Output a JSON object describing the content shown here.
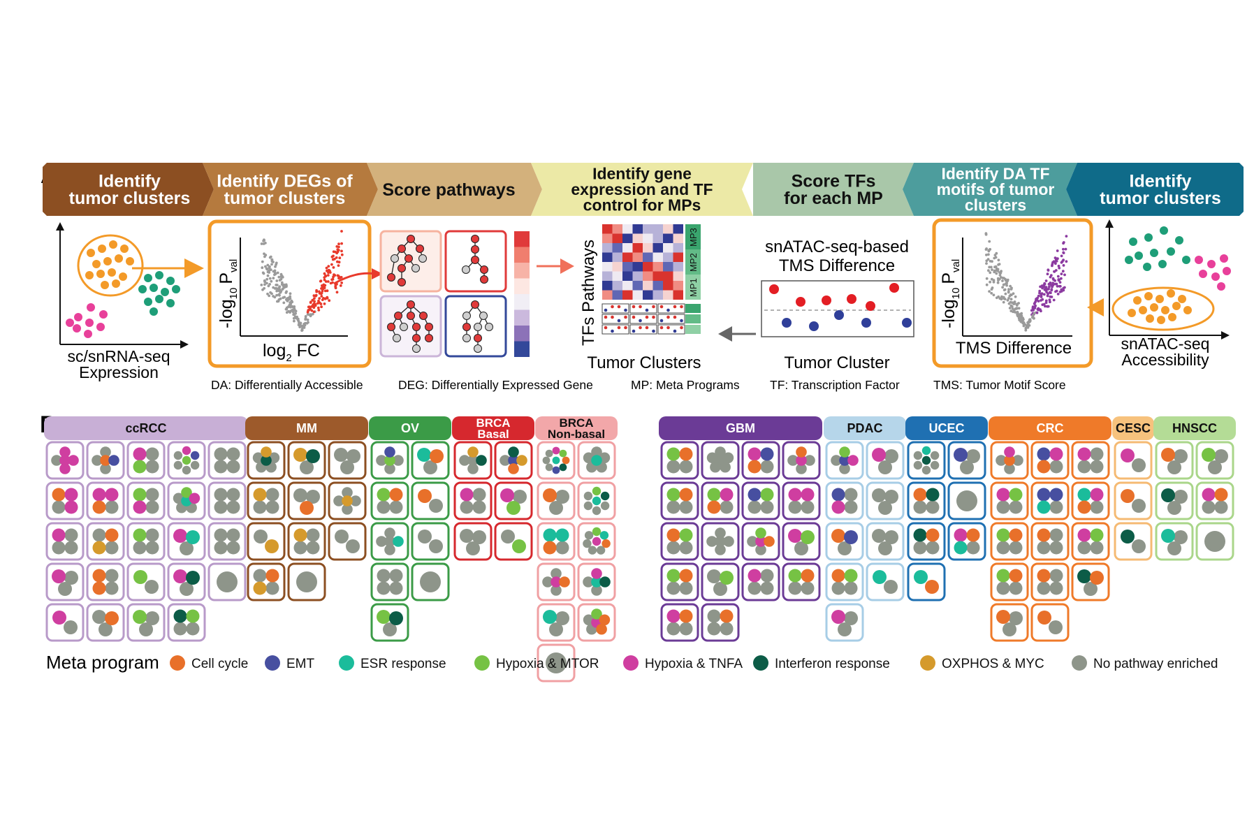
{
  "panel_a": {
    "label": "A",
    "banner": [
      {
        "lines": [
          "Identify",
          "tumor clusters"
        ],
        "color": "#8c4f22",
        "text_color": "#ffffff"
      },
      {
        "lines": [
          "Identify DEGs of",
          "tumor clusters"
        ],
        "color": "#b57a3e",
        "text_color": "#ffffff"
      },
      {
        "lines": [
          "Score pathways"
        ],
        "color": "#d3b17c",
        "text_color": "#111111"
      },
      {
        "lines": [
          "Identify gene",
          "expression and TF",
          "control for MPs"
        ],
        "color": "#ece9a6",
        "text_color": "#111111"
      },
      {
        "lines": [
          "Score TFs",
          "for each MP"
        ],
        "color": "#a9c7a9",
        "text_color": "#111111"
      },
      {
        "lines": [
          "Identify DA TF",
          "motifs of tumor",
          "clusters"
        ],
        "color": "#4d9d9d",
        "text_color": "#ffffff"
      },
      {
        "lines": [
          "Identify",
          "tumor clusters"
        ],
        "color": "#0f6b89",
        "text_color": "#ffffff"
      }
    ],
    "scatter_rna": {
      "xlabel_line1": "sc/snRNA-seq",
      "xlabel_line2": "Expression"
    },
    "volcano_rna": {
      "ylabel_main": "-log",
      "ylabel_sub": "10",
      "ylabel_p": "P",
      "ylabel_val": "val",
      "xlabel_main": "log",
      "xlabel_sub": "2",
      "xlabel_rest": " FC"
    },
    "heatmap": {
      "ylabel": "TFs Pathways",
      "xlabel": "Tumor Clusters",
      "mp_labels": [
        "MP3",
        "MP2",
        "MP1"
      ]
    },
    "tms_plot": {
      "title_line1": "snATAC-seq-based",
      "title_line2": "TMS Difference",
      "xlabel": "Tumor Cluster"
    },
    "volcano_atac": {
      "ylabel_main": "-log",
      "ylabel_sub": "10",
      "ylabel_p": "P",
      "ylabel_val": "val",
      "xlabel": "TMS Difference"
    },
    "scatter_atac": {
      "xlabel_line1": "snATAC-seq",
      "xlabel_line2": "Accessibility"
    },
    "abbreviations": [
      "DA: Differentially Accessible",
      "DEG: Differentially Expressed Gene",
      "MP: Meta Programs",
      "TF: Transcription Factor",
      "TMS: Tumor Motif Score"
    ]
  },
  "panel_b": {
    "label": "B",
    "legend_title": "Meta program",
    "meta_programs": [
      {
        "key": "cc",
        "name": "Cell cycle",
        "color": "#e8702a"
      },
      {
        "key": "emt",
        "name": "EMT",
        "color": "#474fa0"
      },
      {
        "key": "esr",
        "name": "ESR response",
        "color": "#1bbc9b"
      },
      {
        "key": "hm",
        "name": "Hypoxia & MTOR",
        "color": "#76c244"
      },
      {
        "key": "ht",
        "name": "Hypoxia & TNFA",
        "color": "#cf3ea0"
      },
      {
        "key": "ifn",
        "name": "Interferon response",
        "color": "#0c5c47"
      },
      {
        "key": "ox",
        "name": "OXPHOS & MYC",
        "color": "#d59a2c"
      },
      {
        "key": "none",
        "name": "No pathway enriched",
        "color": "#8e958a"
      }
    ],
    "cancer_types": [
      {
        "name": "ccRCC",
        "header_color": "#c8afd6",
        "border_color": "#b89ac9",
        "text_color": "#111111",
        "cols": 5,
        "samples": [
          [
            "ht",
            "ht",
            "ht",
            "ht",
            "none"
          ],
          [
            "cc",
            "none",
            "emt",
            "none",
            "none"
          ],
          [
            "ht",
            "none",
            "hm",
            "none"
          ],
          [
            "hm",
            "ht",
            "emt",
            "none",
            "none",
            "none",
            "none"
          ],
          [
            "none",
            "none",
            "none",
            "none"
          ],
          [
            "cc",
            "ht",
            "none",
            "ht"
          ],
          [
            "ht",
            "ht",
            "cc",
            "none"
          ],
          [
            "hm",
            "none",
            "ht",
            "none"
          ],
          [
            "esr",
            "hm",
            "ht",
            "none",
            "none",
            "none"
          ],
          [
            "none",
            "none",
            "none",
            "none"
          ],
          [
            "ht",
            "none",
            "none",
            "none"
          ],
          [
            "none",
            "cc",
            "ox",
            "none"
          ],
          [
            "hm",
            "none",
            "none",
            "none"
          ],
          [
            "ht",
            "esr",
            "none"
          ],
          [
            "none",
            "none",
            "none",
            "none"
          ],
          [
            "ht",
            "none",
            "none"
          ],
          [
            "cc",
            "none",
            "cc",
            "none"
          ],
          [
            "hm",
            "none"
          ],
          [
            "ht",
            "ifn",
            "none"
          ],
          [
            "none"
          ],
          [
            "ht",
            "none"
          ],
          [
            "none",
            "cc",
            "none"
          ],
          [
            "hm",
            "none",
            "none"
          ],
          [
            "ifn",
            "hm",
            "none",
            "none"
          ]
        ]
      },
      {
        "name": "MM",
        "header_color": "#9d5a2b",
        "border_color": "#8c4f22",
        "text_color": "#ffffff",
        "cols": 3,
        "samples": [
          [
            "ifn",
            "ox",
            "none",
            "none",
            "none",
            "none"
          ],
          [
            "ox",
            "ifn",
            "none"
          ],
          [
            "none",
            "none",
            "none"
          ],
          [
            "ox",
            "none",
            "none",
            "none"
          ],
          [
            "none",
            "none",
            "cc"
          ],
          [
            "ox",
            "none",
            "none",
            "none",
            "none"
          ],
          [
            "none",
            "ox"
          ],
          [
            "ox",
            "none",
            "none",
            "none"
          ],
          [
            "none",
            "none"
          ],
          [
            "none",
            "cc",
            "ox",
            "none"
          ],
          [
            "none"
          ]
        ]
      },
      {
        "name": "OV",
        "header_color": "#3b9b47",
        "border_color": "#3b9b47",
        "text_color": "#ffffff",
        "cols": 2,
        "samples": [
          [
            "hm",
            "emt",
            "none",
            "none",
            "none"
          ],
          [
            "esr",
            "cc",
            "none"
          ],
          [
            "hm",
            "cc",
            "none",
            "none"
          ],
          [
            "cc",
            "none"
          ],
          [
            "none",
            "none",
            "esr",
            "none",
            "none"
          ],
          [
            "none",
            "none"
          ],
          [
            "none",
            "none",
            "none",
            "none"
          ],
          [
            "none"
          ],
          [
            "hm",
            "ifn",
            "none"
          ]
        ]
      },
      {
        "name": "BRCA Basal",
        "header_color": "#d6282e",
        "border_color": "#d6282e",
        "text_color": "#ffffff",
        "cols": 2,
        "samples": [
          [
            "none",
            "ox",
            "ifn",
            "none",
            "none"
          ],
          [
            "emt",
            "ifn",
            "ox",
            "cc",
            "none"
          ],
          [
            "ht",
            "none",
            "none",
            "none"
          ],
          [
            "ht",
            "none",
            "hm"
          ],
          [
            "none",
            "none",
            "none"
          ],
          [
            "none",
            "hm"
          ]
        ]
      },
      {
        "name": "BRCA Non-basal",
        "header_color": "#f2a7a9",
        "border_color": "#f0a0a3",
        "text_color": "#111111",
        "cols": 2,
        "samples": [
          [
            "esr",
            "ht",
            "hm",
            "cc",
            "ifn",
            "emt",
            "none",
            "none",
            "none"
          ],
          [
            "esr",
            "none",
            "none",
            "none",
            "none",
            "none"
          ],
          [
            "cc",
            "none",
            "none"
          ],
          [
            "esr",
            "hm",
            "ifn",
            "none",
            "none",
            "none",
            "none"
          ],
          [
            "esr",
            "esr",
            "cc",
            "none"
          ],
          [
            "ht",
            "hm",
            "esr",
            "cc",
            "none",
            "none",
            "none",
            "none"
          ],
          [
            "ht",
            "none",
            "cc",
            "none",
            "none"
          ],
          [
            "esr",
            "ht",
            "ifn",
            "none",
            "none"
          ],
          [
            "esr",
            "none",
            "none"
          ],
          [
            "ht",
            "hm",
            "cc",
            "cc",
            "none",
            "none"
          ],
          [
            "none"
          ]
        ]
      },
      {
        "name": "GBM",
        "header_color": "#6b3b96",
        "border_color": "#6b3b96",
        "text_color": "#ffffff",
        "cols": 4,
        "samples": [
          [
            "hm",
            "cc",
            "none",
            "none"
          ],
          [
            "none",
            "none",
            "none",
            "none",
            "none",
            "none"
          ],
          [
            "ht",
            "emt",
            "cc",
            "none"
          ],
          [
            "ht",
            "cc",
            "none",
            "none",
            "none"
          ],
          [
            "hm",
            "cc",
            "none",
            "none"
          ],
          [
            "hm",
            "ht",
            "cc",
            "none"
          ],
          [
            "emt",
            "hm",
            "none",
            "none"
          ],
          [
            "ht",
            "ht",
            "none",
            "none"
          ],
          [
            "cc",
            "hm",
            "none",
            "none"
          ],
          [
            "none",
            "none",
            "none",
            "none",
            "none"
          ],
          [
            "ht",
            "hm",
            "cc",
            "none",
            "none"
          ],
          [
            "ht",
            "hm",
            "none"
          ],
          [
            "hm",
            "cc",
            "none",
            "none"
          ],
          [
            "none",
            "hm",
            "none"
          ],
          [
            "ht",
            "none",
            "none",
            "none"
          ],
          [
            "hm",
            "cc",
            "none",
            "none"
          ],
          [
            "ht",
            "cc",
            "none",
            "none"
          ],
          [
            "none",
            "cc",
            "none",
            "none"
          ]
        ]
      },
      {
        "name": "PDAC",
        "header_color": "#b6d6ea",
        "border_color": "#a7cde6",
        "text_color": "#111111",
        "cols": 2,
        "samples": [
          [
            "emt",
            "hm",
            "ht",
            "none",
            "none"
          ],
          [
            "ht",
            "none",
            "none"
          ],
          [
            "emt",
            "none",
            "ht",
            "none"
          ],
          [
            "none",
            "none",
            "none"
          ],
          [
            "cc",
            "emt",
            "none"
          ],
          [
            "none",
            "none",
            "none"
          ],
          [
            "cc",
            "hm",
            "none",
            "none"
          ],
          [
            "esr",
            "none"
          ],
          [
            "ht",
            "none",
            "none"
          ]
        ]
      },
      {
        "name": "UCEC",
        "header_color": "#1f70b2",
        "border_color": "#1f70b2",
        "text_color": "#ffffff",
        "cols": 2,
        "samples": [
          [
            "ifn",
            "esr",
            "none",
            "none",
            "none",
            "none",
            "none"
          ],
          [
            "emt",
            "none",
            "none"
          ],
          [
            "cc",
            "ifn",
            "none",
            "none"
          ],
          [
            "none"
          ],
          [
            "ifn",
            "cc",
            "none",
            "none"
          ],
          [
            "ht",
            "cc",
            "esr",
            "none"
          ],
          [
            "esr",
            "cc"
          ]
        ]
      },
      {
        "name": "CRC",
        "header_color": "#ef7a29",
        "border_color": "#ef7a29",
        "text_color": "#ffffff",
        "cols": 3,
        "samples": [
          [
            "cc",
            "ht",
            "none",
            "none",
            "none"
          ],
          [
            "emt",
            "ht",
            "cc",
            "none"
          ],
          [
            "ht",
            "none",
            "none",
            "none"
          ],
          [
            "ht",
            "hm",
            "none",
            "none"
          ],
          [
            "emt",
            "emt",
            "esr",
            "none"
          ],
          [
            "esr",
            "ht",
            "cc",
            "none"
          ],
          [
            "hm",
            "cc",
            "none",
            "none"
          ],
          [
            "cc",
            "none",
            "none",
            "none"
          ],
          [
            "ht",
            "hm",
            "none",
            "none"
          ],
          [
            "hm",
            "cc",
            "none",
            "none"
          ],
          [
            "cc",
            "none",
            "none",
            "none"
          ],
          [
            "ifn",
            "cc",
            "none"
          ],
          [
            "cc",
            "none",
            "none"
          ],
          [
            "cc",
            "none"
          ]
        ]
      },
      {
        "name": "CESC",
        "header_color": "#f7c27d",
        "border_color": "#f5ba73",
        "text_color": "#111111",
        "cols": 1,
        "samples": [
          [
            "ht",
            "none"
          ],
          [
            "cc",
            "none"
          ],
          [
            "ifn",
            "none"
          ]
        ]
      },
      {
        "name": "HNSCC",
        "header_color": "#b4dc96",
        "border_color": "#aad68a",
        "text_color": "#111111",
        "cols": 2,
        "samples": [
          [
            "cc",
            "none",
            "none"
          ],
          [
            "hm",
            "none",
            "none"
          ],
          [
            "ifn",
            "none",
            "none"
          ],
          [
            "ht",
            "cc",
            "none",
            "none"
          ],
          [
            "esr",
            "none",
            "none"
          ],
          [
            "none"
          ]
        ]
      }
    ]
  }
}
